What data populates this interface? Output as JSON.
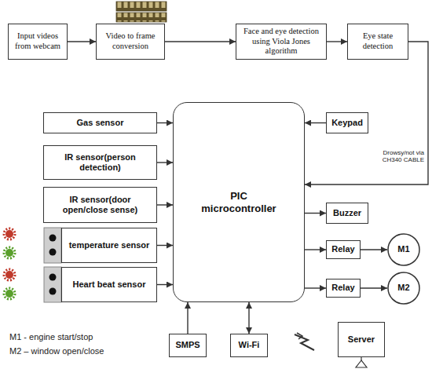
{
  "diagram": {
    "nodes": [
      {
        "text": [
          "Input videos from webcam"
        ]
      },
      {
        "text": [
          "Video to frame conversion"
        ]
      },
      {
        "text": [
          "Face and eye detection using Viola Jones algorithm"
        ]
      },
      {
        "text": [
          "Eye state detection"
        ]
      },
      {
        "text": [
          "Gas sensor"
        ]
      },
      {
        "text": [
          "PIC microcontroller"
        ]
      },
      {
        "text": [
          "Keypad"
        ]
      },
      {
        "text": [
          "IR sensor(person detection)"
        ]
      },
      {
        "text": [
          "IR sensor(door open/close sense)"
        ]
      },
      {
        "text": [
          "Buzzer"
        ]
      },
      {
        "text": [
          "temperature sensor"
        ]
      },
      {
        "text": [
          "Relay"
        ]
      },
      {
        "text": [
          "M1"
        ]
      },
      {
        "text": [
          "Heart beat sensor"
        ]
      },
      {
        "text": [
          "Relay"
        ]
      },
      {
        "text": [
          "M2"
        ]
      },
      {
        "text": [
          "SMPS"
        ]
      },
      {
        "text": [
          "Wi-Fi"
        ]
      },
      {
        "text": [
          "Server"
        ]
      }
    ],
    "edges": [
      {
        "from": 0,
        "to": 1,
        "arrow": "to"
      },
      {
        "from": 1,
        "to": 2,
        "arrow": "to"
      },
      {
        "from": 2,
        "to": 3,
        "arrow": "to"
      },
      {
        "from": 3,
        "to": 5,
        "label": "Drowsy/not via CH340 CABLE",
        "arrow": "to"
      },
      {
        "from": 4,
        "to": 5,
        "arrow": "to"
      },
      {
        "from": 7,
        "to": 5,
        "arrow": "to"
      },
      {
        "from": 8,
        "to": 5,
        "arrow": "to"
      },
      {
        "from": 10,
        "to": 5,
        "arrow": "to"
      },
      {
        "from": 13,
        "to": 5,
        "arrow": "to"
      },
      {
        "from": 6,
        "to": 5,
        "arrow": "to"
      },
      {
        "from": 5,
        "to": 9,
        "arrow": "to"
      },
      {
        "from": 5,
        "to": 11,
        "arrow": "to"
      },
      {
        "from": 11,
        "to": 12,
        "arrow": "to"
      },
      {
        "from": 5,
        "to": 14,
        "arrow": "to"
      },
      {
        "from": 14,
        "to": 15,
        "arrow": "to"
      },
      {
        "from": 16,
        "to": 5,
        "arrow": "to"
      },
      {
        "from": 17,
        "to": 5,
        "arrow": "both"
      }
    ],
    "labels": [
      "M1 - engine start/stop",
      "M2 – window open/close"
    ]
  }
}
